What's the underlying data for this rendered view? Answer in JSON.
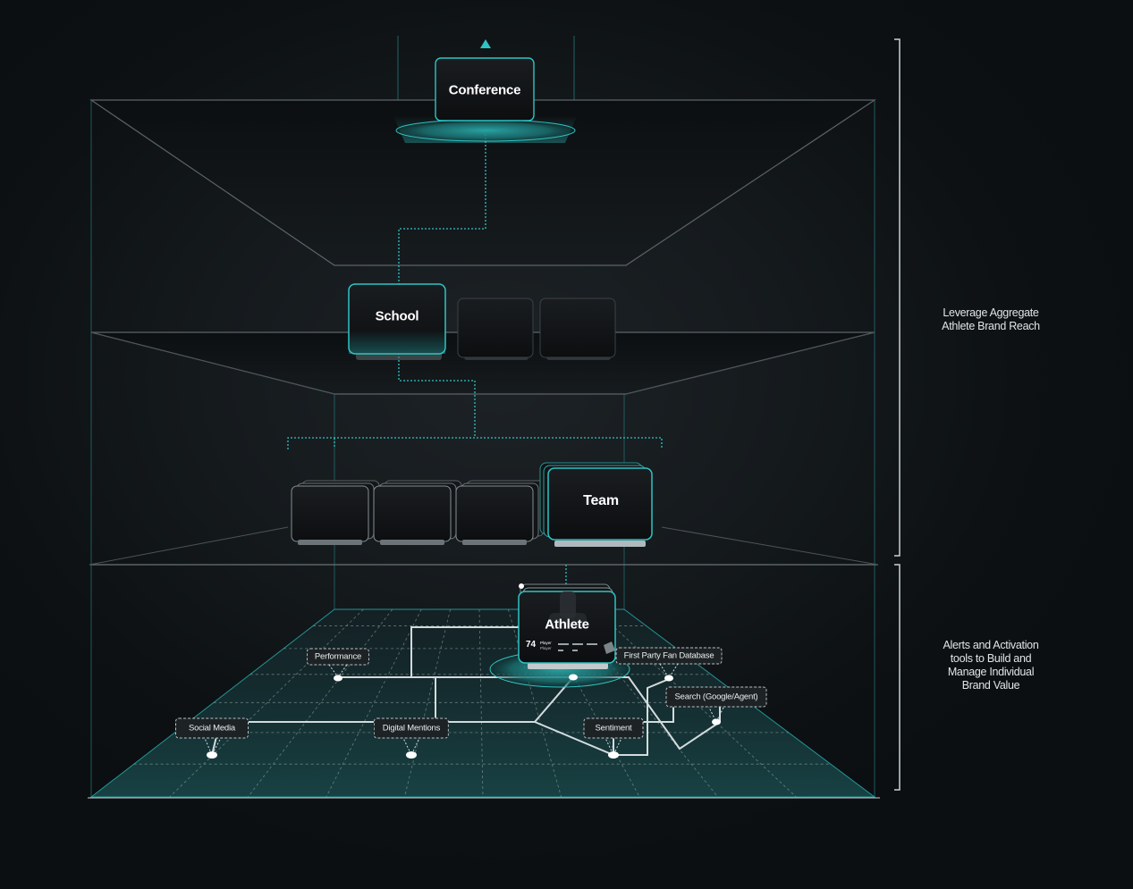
{
  "nodes": {
    "conference": "Conference",
    "school": "School",
    "team": "Team",
    "athlete": "Athlete"
  },
  "athlete_card": {
    "number": "74",
    "line1": "Player",
    "line2": "Player"
  },
  "tags": {
    "performance": "Performance",
    "social_media": "Social Media",
    "digital_mentions": "Digital Mentions",
    "first_party": "First Party Fan Database",
    "search": "Search (Google/Agent)",
    "sentiment": "Sentiment"
  },
  "side_labels": {
    "upper": [
      "Leverage Aggregate",
      "Athlete Brand Reach"
    ],
    "lower": [
      "Alerts and Activation",
      "tools to Build and",
      "Manage Individual",
      "Brand Value"
    ]
  },
  "colors": {
    "accent": "#2ec4c4",
    "background": "#0b0f11"
  }
}
